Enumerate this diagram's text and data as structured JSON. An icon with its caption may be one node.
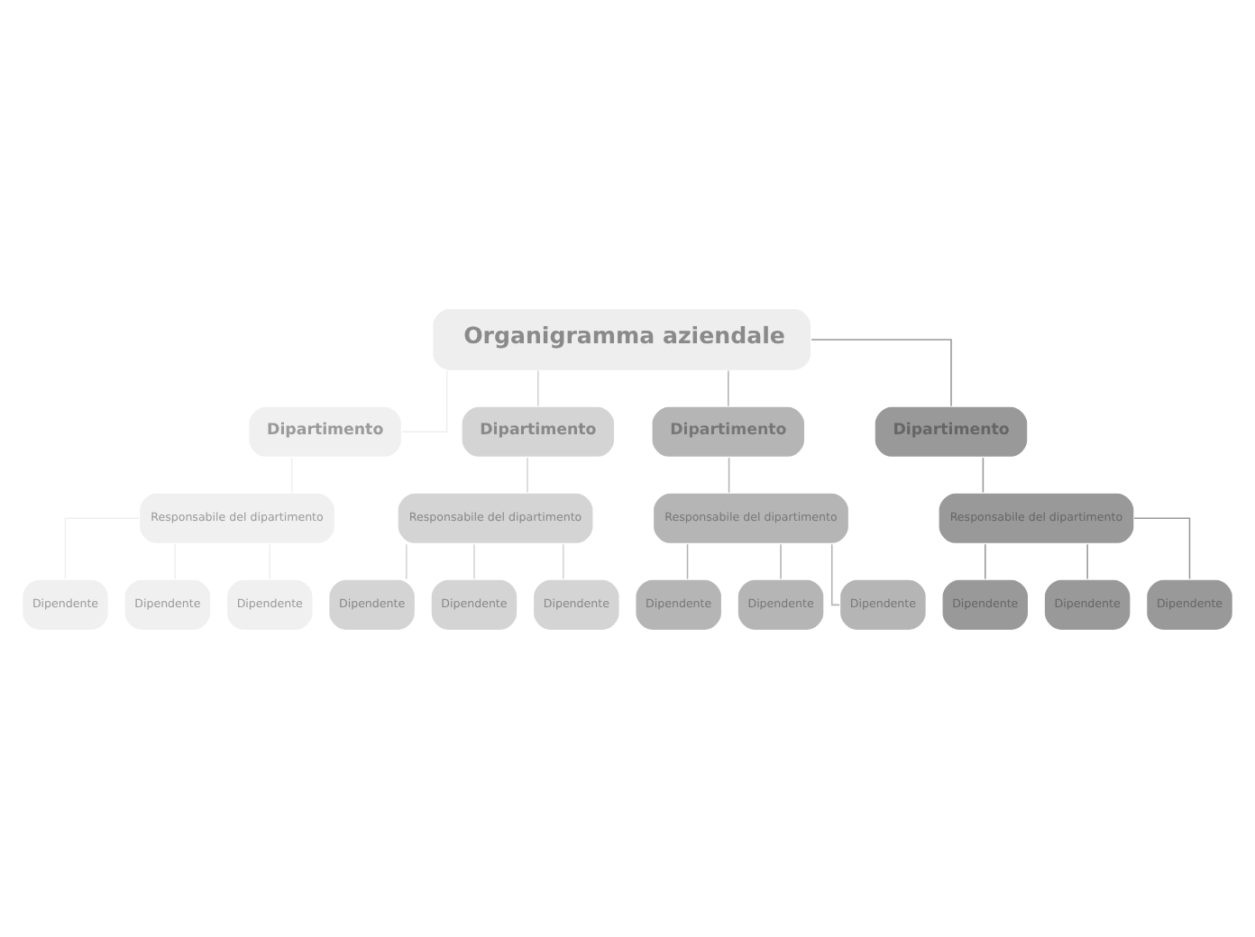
{
  "diagram": {
    "nodes": [
      {
        "text": [
          "Organigramma aziendale"
        ]
      },
      {
        "text": [
          "Dipartimento"
        ]
      },
      {
        "text": [
          "Responsabile del dipartimento"
        ]
      },
      {
        "text": [
          "Dipendente"
        ]
      },
      {
        "text": [
          "Dipendente"
        ]
      },
      {
        "text": [
          "Dipendente"
        ]
      },
      {
        "text": [
          "Dipartimento"
        ]
      },
      {
        "text": [
          "Responsabile del dipartimento"
        ]
      },
      {
        "text": [
          "Dipendente"
        ]
      },
      {
        "text": [
          "Dipendente"
        ]
      },
      {
        "text": [
          "Dipendente"
        ]
      },
      {
        "text": [
          "Dipartimento"
        ]
      },
      {
        "text": [
          "Responsabile del dipartimento"
        ]
      },
      {
        "text": [
          "Dipendente"
        ]
      },
      {
        "text": [
          "Dipendente"
        ]
      },
      {
        "text": [
          "Dipendente"
        ]
      },
      {
        "text": [
          "Dipartimento"
        ]
      },
      {
        "text": [
          "Responsabile del dipartimento"
        ]
      },
      {
        "text": [
          "Dipendente"
        ]
      },
      {
        "text": [
          "Dipendente"
        ]
      },
      {
        "text": [
          "Dipendente"
        ]
      }
    ],
    "edges": [
      {
        "from": 0,
        "to": 1,
        "arrow": "none",
        "color": "#eeeeee"
      },
      {
        "from": 0,
        "to": 6,
        "arrow": "none",
        "color": "#d4d4d4"
      },
      {
        "from": 0,
        "to": 11,
        "arrow": "none",
        "color": "#b3b3b3"
      },
      {
        "from": 0,
        "to": 16,
        "arrow": "none",
        "color": "#999999"
      },
      {
        "from": 1,
        "to": 2,
        "arrow": "none",
        "color": "#eeeeee"
      },
      {
        "from": 2,
        "to": 3,
        "arrow": "none",
        "color": "#eeeeee"
      },
      {
        "from": 2,
        "to": 4,
        "arrow": "none",
        "color": "#eeeeee"
      },
      {
        "from": 2,
        "to": 5,
        "arrow": "none",
        "color": "#eeeeee"
      },
      {
        "from": 6,
        "to": 7,
        "arrow": "none",
        "color": "#d4d4d4"
      },
      {
        "from": 7,
        "to": 8,
        "arrow": "none",
        "color": "#d4d4d4"
      },
      {
        "from": 7,
        "to": 9,
        "arrow": "none",
        "color": "#d4d4d4"
      },
      {
        "from": 7,
        "to": 10,
        "arrow": "none",
        "color": "#d4d4d4"
      },
      {
        "from": 11,
        "to": 12,
        "arrow": "none",
        "color": "#b3b3b3"
      },
      {
        "from": 12,
        "to": 13,
        "arrow": "none",
        "color": "#b3b3b3"
      },
      {
        "from": 12,
        "to": 14,
        "arrow": "none",
        "color": "#b3b3b3"
      },
      {
        "from": 12,
        "to": 15,
        "arrow": "none",
        "color": "#b3b3b3"
      },
      {
        "from": 16,
        "to": 17,
        "arrow": "none",
        "color": "#999999"
      },
      {
        "from": 17,
        "to": 18,
        "arrow": "none",
        "color": "#999999"
      },
      {
        "from": 17,
        "to": 19,
        "arrow": "none",
        "color": "#999999"
      },
      {
        "from": 17,
        "to": 20,
        "arrow": "none",
        "color": "#999999"
      }
    ]
  }
}
